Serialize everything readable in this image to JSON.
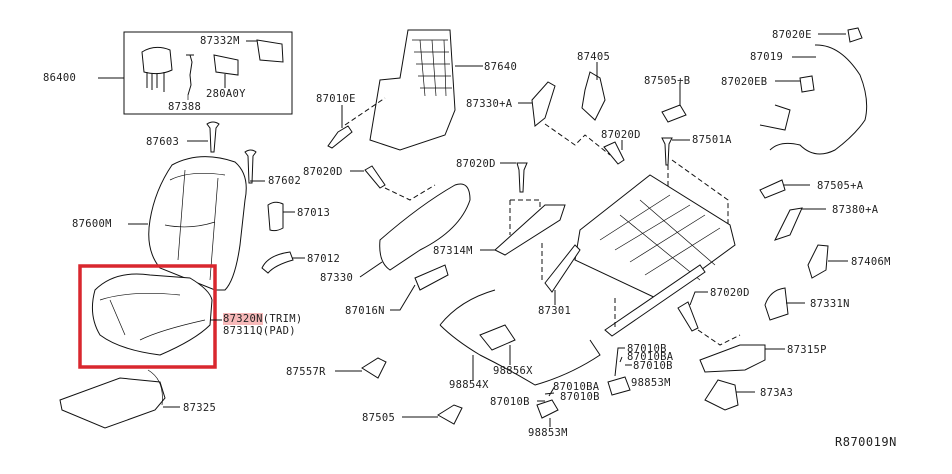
{
  "diagram": {
    "type": "exploded-parts-diagram",
    "subject": "Front seat assembly",
    "reference_code": "R870019N",
    "highlight_color": "#d9272e",
    "highlight_label_bg": "#f7b9b9",
    "highlighted_part": "87320N",
    "parts": [
      {
        "id": "86400",
        "label": "86400"
      },
      {
        "id": "87332M",
        "label": "87332M"
      },
      {
        "id": "87388",
        "label": "87388"
      },
      {
        "id": "280A0Y",
        "label": "280A0Y"
      },
      {
        "id": "87603",
        "label": "87603"
      },
      {
        "id": "87602",
        "label": "87602"
      },
      {
        "id": "87600M",
        "label": "87600M"
      },
      {
        "id": "87013",
        "label": "87013"
      },
      {
        "id": "87012",
        "label": "87012"
      },
      {
        "id": "87320N",
        "label": "87320N",
        "suffix": "(TRIM)",
        "highlighted": true
      },
      {
        "id": "87311Q",
        "label": "87311Q",
        "suffix": "(PAD)"
      },
      {
        "id": "87325",
        "label": "87325"
      },
      {
        "id": "87557R",
        "label": "87557R"
      },
      {
        "id": "87505",
        "label": "87505"
      },
      {
        "id": "87640",
        "label": "87640"
      },
      {
        "id": "87010E",
        "label": "87010E"
      },
      {
        "id": "87020D_a",
        "label": "87020D"
      },
      {
        "id": "87330",
        "label": "87330"
      },
      {
        "id": "87016N",
        "label": "87016N"
      },
      {
        "id": "87020D_b",
        "label": "87020D"
      },
      {
        "id": "87314M",
        "label": "87314M"
      },
      {
        "id": "98854X",
        "label": "98854X"
      },
      {
        "id": "98856X",
        "label": "98856X"
      },
      {
        "id": "87010B_a",
        "label": "87010B"
      },
      {
        "id": "87010BA_a",
        "label": "87010BA"
      },
      {
        "id": "87010B_b",
        "label": "87010B"
      },
      {
        "id": "98853M_a",
        "label": "98853M"
      },
      {
        "id": "87405",
        "label": "87405"
      },
      {
        "id": "87330+A",
        "label": "87330+A"
      },
      {
        "id": "87020D_c",
        "label": "87020D"
      },
      {
        "id": "87505+B",
        "label": "87505+B"
      },
      {
        "id": "87501A",
        "label": "87501A"
      },
      {
        "id": "87301",
        "label": "87301"
      },
      {
        "id": "87020D_d",
        "label": "87020D"
      },
      {
        "id": "87010B_c",
        "label": "87010B"
      },
      {
        "id": "87010BA_b",
        "label": "87010BA"
      },
      {
        "id": "87010B_d",
        "label": "87010B"
      },
      {
        "id": "98853M_b",
        "label": "98853M"
      },
      {
        "id": "87020E",
        "label": "87020E"
      },
      {
        "id": "87019",
        "label": "87019"
      },
      {
        "id": "87020EB",
        "label": "87020EB"
      },
      {
        "id": "87505+A",
        "label": "87505+A"
      },
      {
        "id": "87380+A",
        "label": "87380+A"
      },
      {
        "id": "87406M",
        "label": "87406M"
      },
      {
        "id": "87331N",
        "label": "87331N"
      },
      {
        "id": "87315P",
        "label": "87315P"
      },
      {
        "id": "873A3",
        "label": "873A3"
      }
    ]
  }
}
